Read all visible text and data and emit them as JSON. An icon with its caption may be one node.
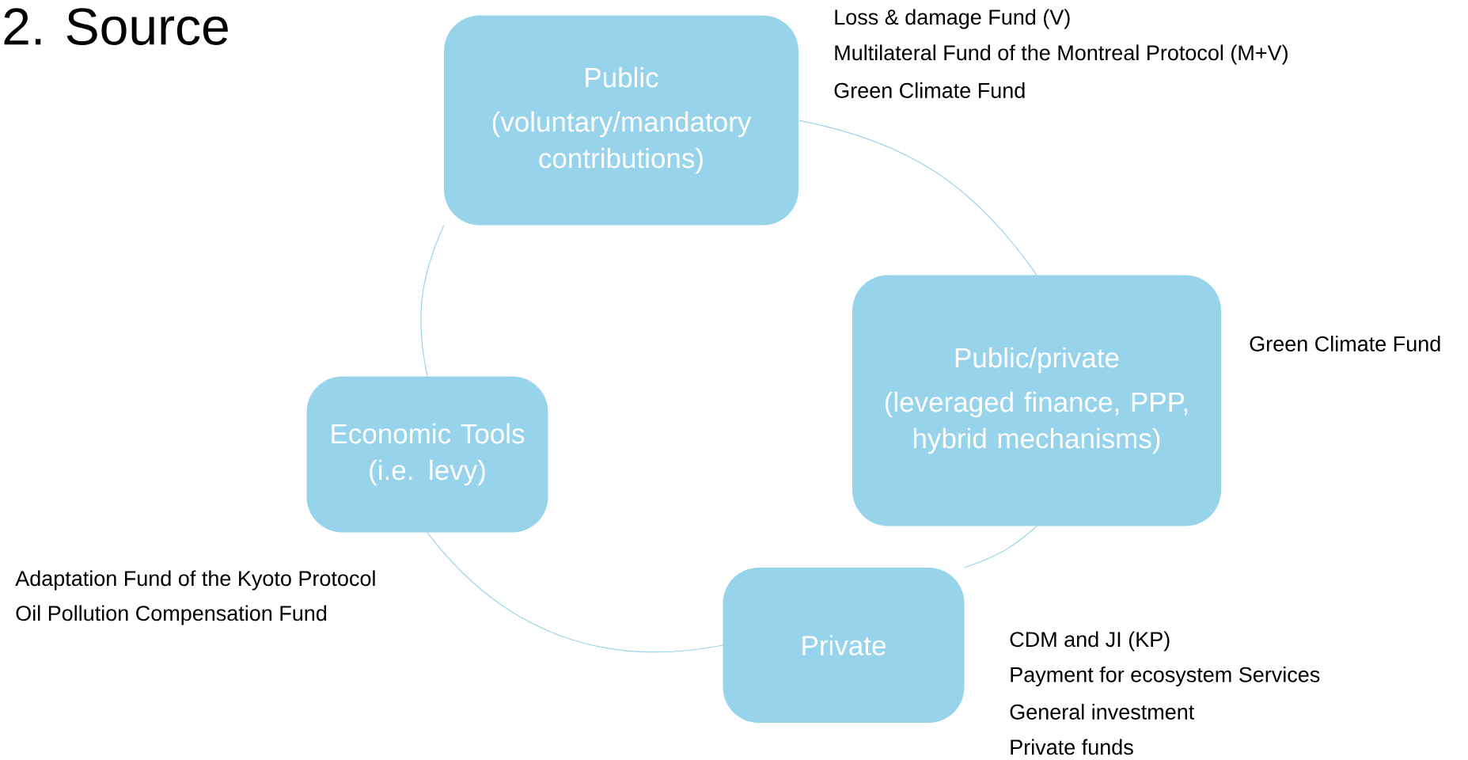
{
  "diagram": {
    "title": "2. Source",
    "nodes": [
      {
        "text": [
          "Public",
          "(voluntary/mandatory contributions)"
        ],
        "beside": [
          "Loss & damage Fund (V)",
          "Multilateral Fund of the Montreal Protocol (M+V)",
          "Green Climate Fund"
        ]
      },
      {
        "text": [
          "Public/private",
          "(leveraged finance, PPP, hybrid mechanisms)"
        ],
        "beside": [
          "Green Climate Fund"
        ]
      },
      {
        "text": [
          "Private"
        ],
        "beside": [
          "CDM and JI (KP)",
          "Payment for ecosystem Services",
          "General investment",
          "Private funds"
        ]
      },
      {
        "text": [
          "Economic Tools (i.e. levy)"
        ],
        "beside": [
          "Adaptation Fund of the Kyoto Protocol",
          "Oil Pollution Compensation Fund"
        ]
      }
    ],
    "edges": [
      {
        "from": 0,
        "to": 1,
        "arrow": "none"
      },
      {
        "from": 1,
        "to": 2,
        "arrow": "none"
      },
      {
        "from": 2,
        "to": 3,
        "arrow": "none"
      },
      {
        "from": 3,
        "to": 0,
        "arrow": "none"
      }
    ]
  }
}
